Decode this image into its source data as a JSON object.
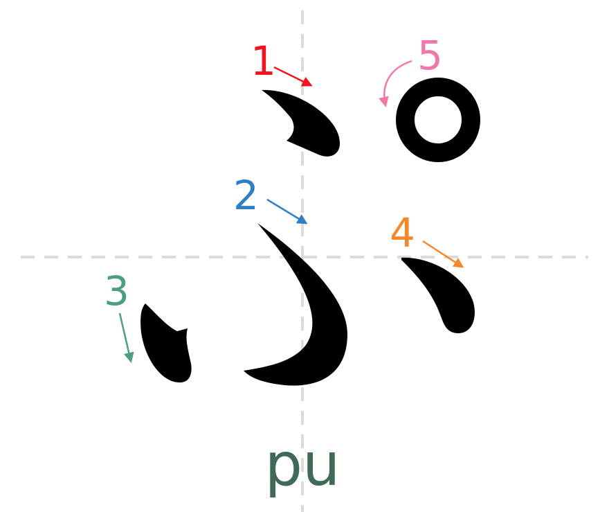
{
  "character": {
    "romaji": "pu",
    "strokes": [
      {
        "number": "1",
        "color": "#f0141e"
      },
      {
        "number": "2",
        "color": "#2f7fc6"
      },
      {
        "number": "3",
        "color": "#4e9e7e"
      },
      {
        "number": "4",
        "color": "#f5892a"
      },
      {
        "number": "5",
        "color": "#f078a8"
      }
    ]
  },
  "guide_color": "#d8dcdb",
  "ink_color": "#000000"
}
